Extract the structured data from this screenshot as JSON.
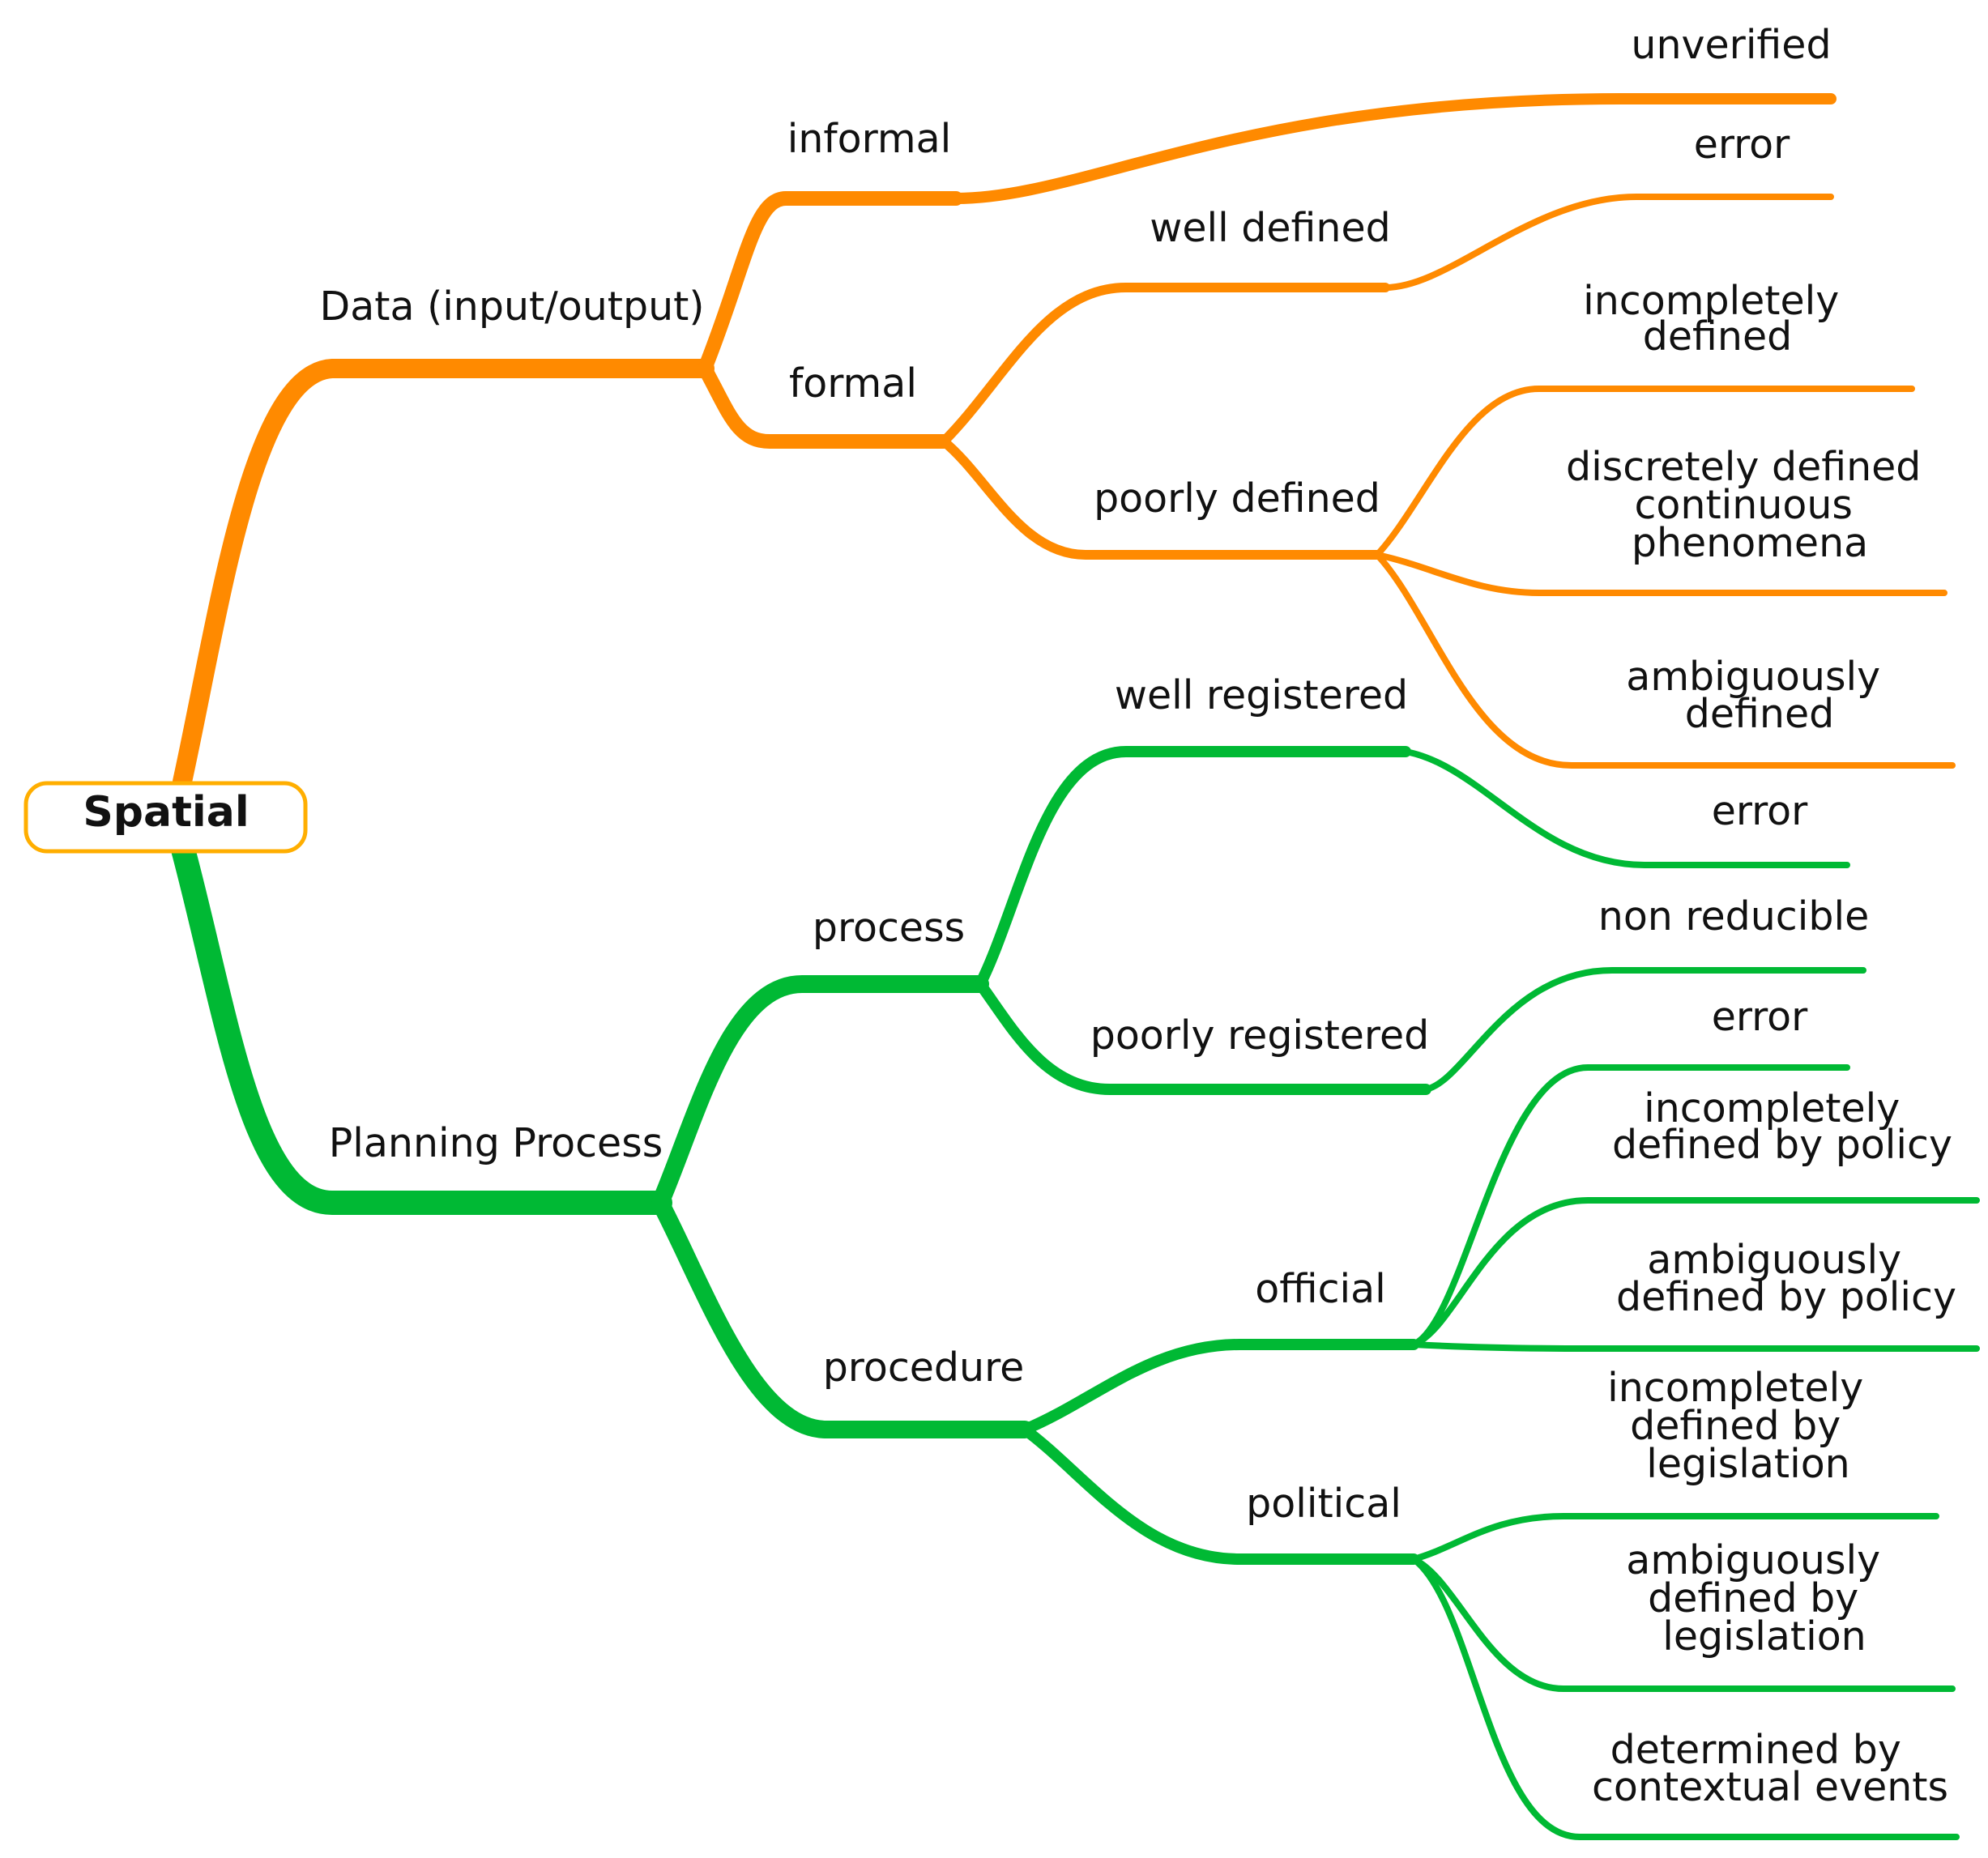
{
  "colors": {
    "data_branch": "#FF8A00",
    "planning_branch": "#00B934",
    "root_border": "#FFAE00",
    "text": "#111111"
  },
  "root": {
    "label": "Spatial"
  },
  "data_branch": {
    "label": "Data (input/output)",
    "informal": {
      "label": "informal",
      "unverified": "unverified"
    },
    "formal": {
      "label": "formal",
      "well_defined": {
        "label": "well defined",
        "error": "error"
      },
      "poorly_defined": {
        "label": "poorly defined",
        "incompletely_defined": [
          "incompletely",
          "defined"
        ],
        "discretely_defined": [
          "discretely  defined",
          "continuous",
          "phenomena"
        ],
        "ambiguously_defined": [
          "ambiguously",
          "defined"
        ]
      }
    }
  },
  "planning_branch": {
    "label": "Planning Process",
    "process": {
      "label": "process",
      "well_registered": {
        "label": "well registered",
        "error": "error"
      },
      "poorly_registered": {
        "label": "poorly registered",
        "non_reducible": "non reducible",
        "error": "error"
      }
    },
    "procedure": {
      "label": "procedure",
      "official": {
        "label": "official",
        "incompletely_policy": [
          "incompletely",
          "defined  by  policy"
        ],
        "ambiguously_policy": [
          "ambiguously",
          "defined  by  policy"
        ]
      },
      "political": {
        "label": "political",
        "incompletely_legislation": [
          "incompletely",
          "defined  by",
          "legislation"
        ],
        "ambiguously_legislation": [
          "ambiguously",
          "defined  by",
          "legislation"
        ],
        "contextual_events": [
          "determined  by",
          "contextual  events"
        ]
      }
    }
  }
}
